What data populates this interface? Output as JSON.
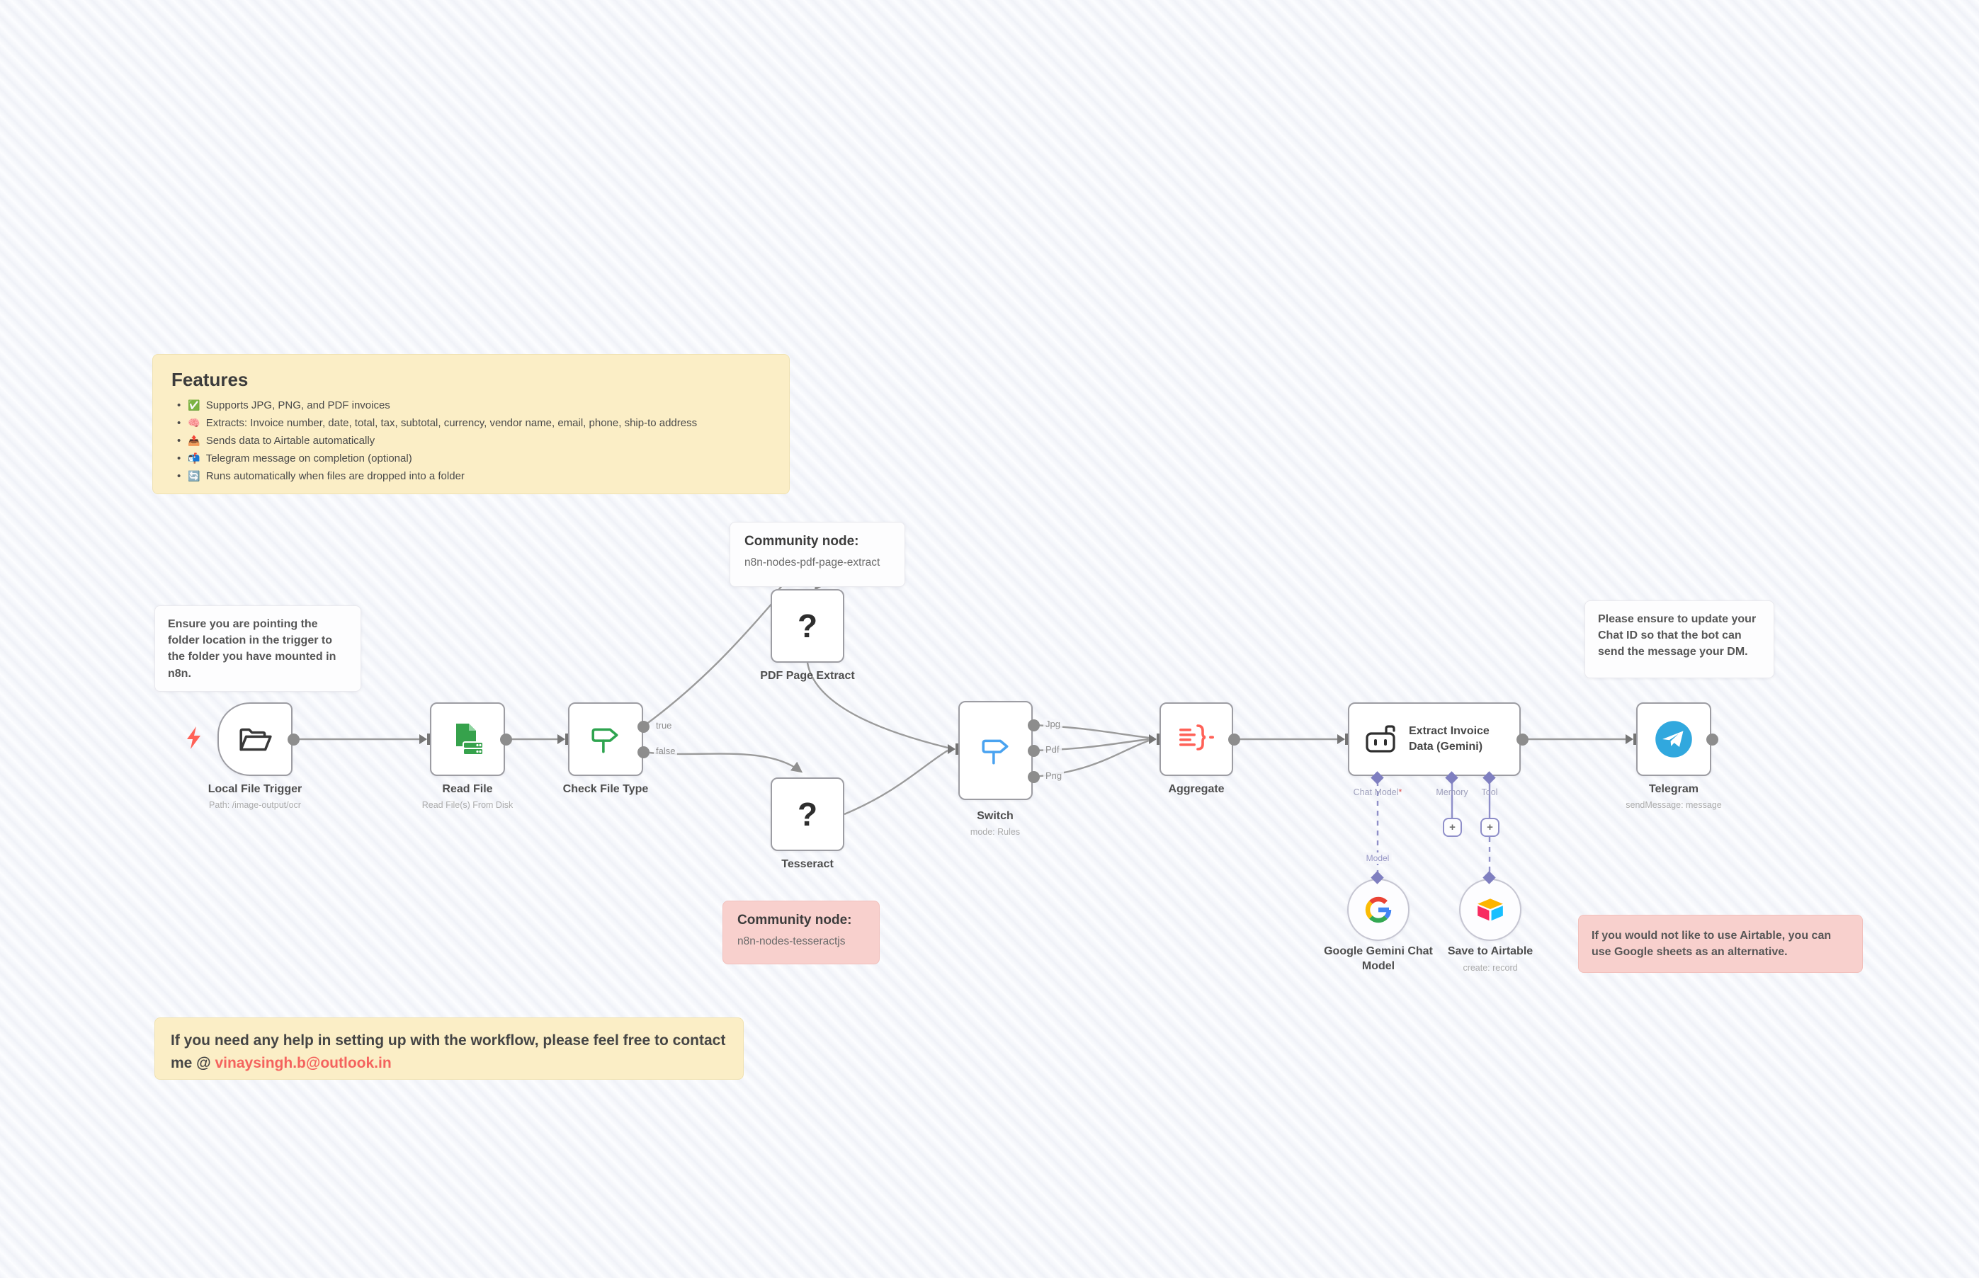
{
  "workflow": {
    "notes": {
      "features": {
        "title": "Features",
        "items": [
          {
            "icon": "✅",
            "text": "Supports JPG, PNG, and PDF invoices"
          },
          {
            "icon": "🧠",
            "text": "Extracts: Invoice number, date, total, tax, subtotal, currency, vendor name, email, phone, ship-to address"
          },
          {
            "icon": "📤",
            "text": "Sends data to Airtable automatically"
          },
          {
            "icon": "📬",
            "text": "Telegram message on completion (optional)"
          },
          {
            "icon": "🔄",
            "text": "Runs automatically when files are dropped into a folder"
          }
        ]
      },
      "folder_hint": {
        "text": "Ensure you are pointing the folder location in the trigger to the folder you have mounted in n8n."
      },
      "community_pdf": {
        "title": "Community node:",
        "package": "n8n-nodes-pdf-page-extract"
      },
      "community_tesseract": {
        "title": "Community node:",
        "package": "n8n-nodes-tesseractjs"
      },
      "chat_id_hint": {
        "text": "Please ensure to update your Chat ID so that the bot can send the message your DM."
      },
      "airtable_alternative": {
        "text": "If you would not like to use Airtable, you can use Google sheets as an alternative."
      },
      "contact": {
        "text": "If you need any help in setting up with the workflow, please feel free to contact me @ ",
        "email": "vinaysingh.b@outlook.in"
      }
    },
    "nodes": {
      "local_file_trigger": {
        "label": "Local File Trigger",
        "sublabel": "Path: /image-output/ocr",
        "icon": "folder-open-icon"
      },
      "read_file": {
        "label": "Read File",
        "sublabel": "Read File(s) From Disk",
        "icon": "file-disk-icon"
      },
      "check_file_type": {
        "label": "Check File Type",
        "icon": "signpost-icon",
        "outputs": [
          "true",
          "false"
        ]
      },
      "pdf_page_extract": {
        "label": "PDF Page Extract",
        "icon_glyph": "?"
      },
      "tesseract": {
        "label": "Tesseract",
        "icon_glyph": "?"
      },
      "switch": {
        "label": "Switch",
        "sublabel": "mode: Rules",
        "icon": "signpost-icon",
        "outputs": [
          "Jpg",
          "Pdf",
          "Png"
        ]
      },
      "aggregate": {
        "label": "Aggregate",
        "icon": "aggregate-icon"
      },
      "extract_invoice": {
        "label": "Extract Invoice Data (Gemini)",
        "icon": "robot-icon",
        "connectors": {
          "chat_model": "Chat Model",
          "required_marker": "*",
          "memory": "Memory",
          "tool": "Tool",
          "model_wire_label": "Model",
          "plus": "+"
        }
      },
      "telegram": {
        "label": "Telegram",
        "sublabel": "sendMessage: message",
        "icon": "telegram-icon"
      },
      "gemini_model": {
        "label": "Google Gemini Chat Model",
        "icon": "google-g-icon"
      },
      "airtable": {
        "label": "Save to Airtable",
        "sublabel": "create: record",
        "icon": "airtable-icon"
      }
    },
    "colors": {
      "note_yellow": "#fbeec6",
      "note_pink": "#f8d0cd",
      "wire_gray": "#9b9b9b",
      "ai_purple": "#8f8fc9",
      "email_link": "#f4635e",
      "trigger_bolt": "#ff6157",
      "telegram_blue": "#31a8de",
      "check_green": "#2ea44f",
      "switch_blue": "#4aa3f0",
      "aggregate_red": "#ff6157"
    }
  }
}
